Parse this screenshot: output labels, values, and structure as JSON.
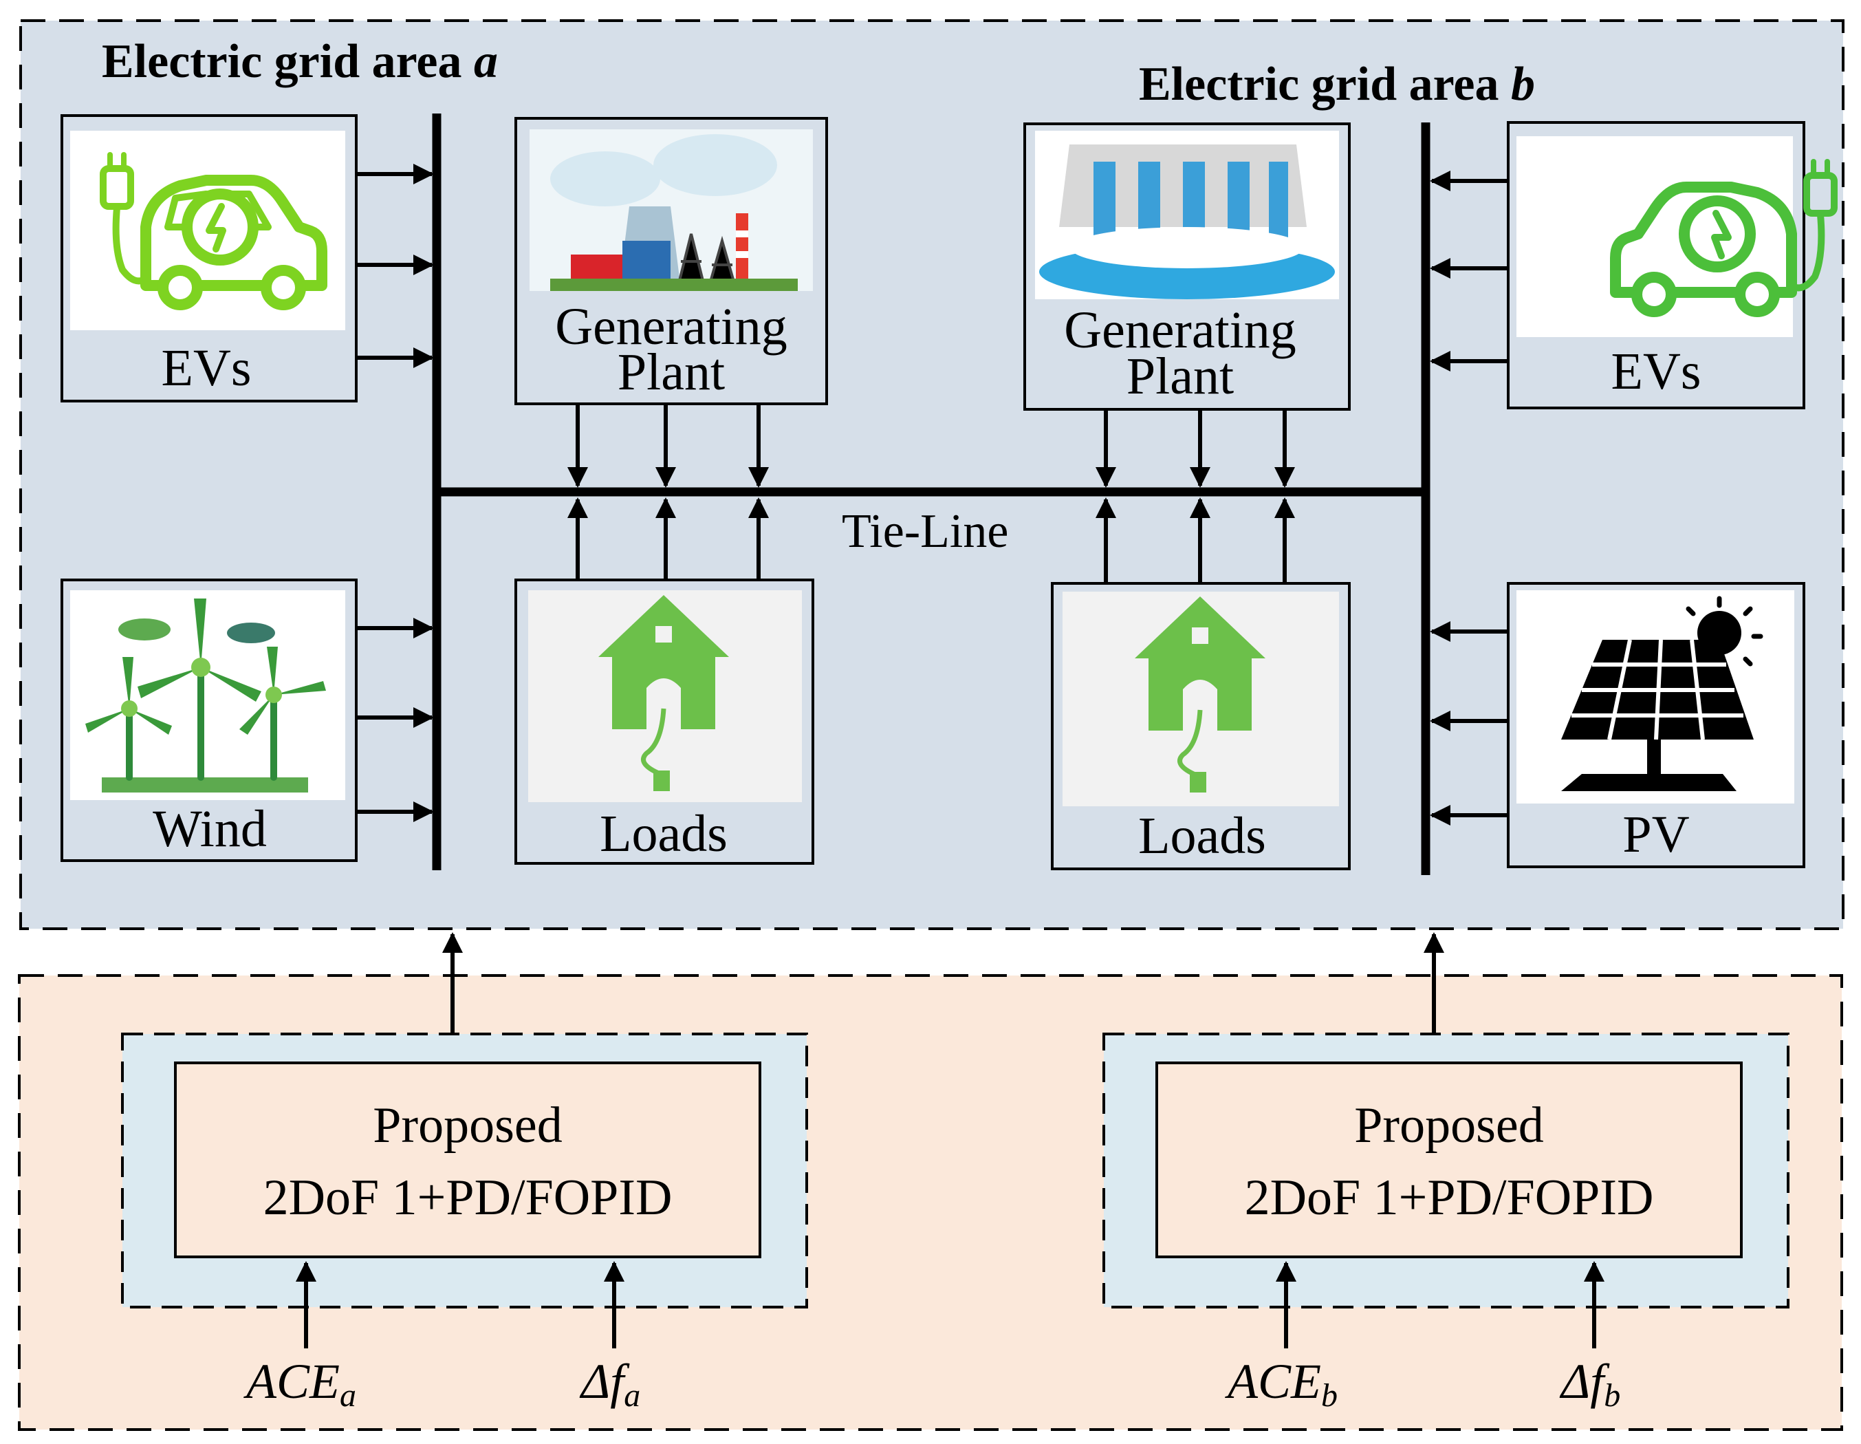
{
  "area_a": {
    "title_prefix": "Electric grid area ",
    "title_letter": "a",
    "evs_label": "EVs",
    "wind_label": "Wind",
    "plant_label_line1": "Generating",
    "plant_label_line2": "Plant",
    "loads_label": "Loads"
  },
  "area_b": {
    "title_prefix": "Electric grid area ",
    "title_letter": "b",
    "evs_label": "EVs",
    "pv_label": "PV",
    "plant_label_line1": "Generating",
    "plant_label_line2": "Plant",
    "loads_label": "Loads"
  },
  "tie_line_label": "Tie-Line",
  "controller_a": {
    "line1": "Proposed",
    "line2": "2DoF 1+PD/FOPID",
    "input_ace": "ACE",
    "input_ace_sub": "a",
    "input_df": "Δf",
    "input_df_sub": "a"
  },
  "controller_b": {
    "line1": "Proposed",
    "line2": "2DoF 1+PD/FOPID",
    "input_ace": "ACE",
    "input_ace_sub": "b",
    "input_df": "Δf",
    "input_df_sub": "b"
  },
  "colors": {
    "grid_region": "#d6dfe9",
    "control_region": "#fbe8da",
    "controller_outer": "#dbeaf1",
    "controller_inner": "#fbe8da",
    "ev_green": "#7ed321",
    "load_green": "#6cc04a",
    "wind_green": "#3a9a3a",
    "line": "#000000"
  }
}
